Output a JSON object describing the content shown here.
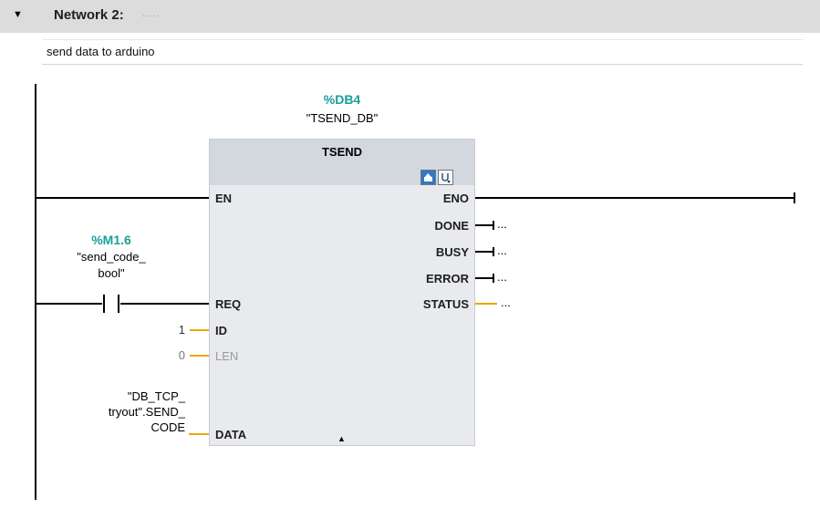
{
  "network": {
    "title": "Network 2:",
    "title_dots": ".....",
    "comment": "send data to arduino"
  },
  "block": {
    "db_address": "%DB4",
    "db_name": "\"TSEND_DB\"",
    "type": "TSEND",
    "icons": [
      "open-block-icon",
      "diagnostics-icon"
    ]
  },
  "contact": {
    "address": "%M1.6",
    "name_line1": "\"send_code_",
    "name_line2": "bool\""
  },
  "inputs": {
    "en": "EN",
    "req": "REQ",
    "id": "ID",
    "len": "LEN",
    "data": "DATA",
    "id_value": "1",
    "len_value": "0",
    "data_line1": "\"DB_TCP_",
    "data_line2": "tryout\".SEND_",
    "data_line3": "CODE"
  },
  "outputs": {
    "eno": "ENO",
    "done": "DONE",
    "busy": "BUSY",
    "error": "ERROR",
    "status": "STATUS",
    "done_value": "...",
    "busy_value": "...",
    "error_value": "...",
    "status_value": "..."
  },
  "colors": {
    "header_bg": "#dcdcdc",
    "address": "#1a9e9a",
    "parameter_wire": "#f0a400",
    "block_bg": "#e8eaed"
  }
}
